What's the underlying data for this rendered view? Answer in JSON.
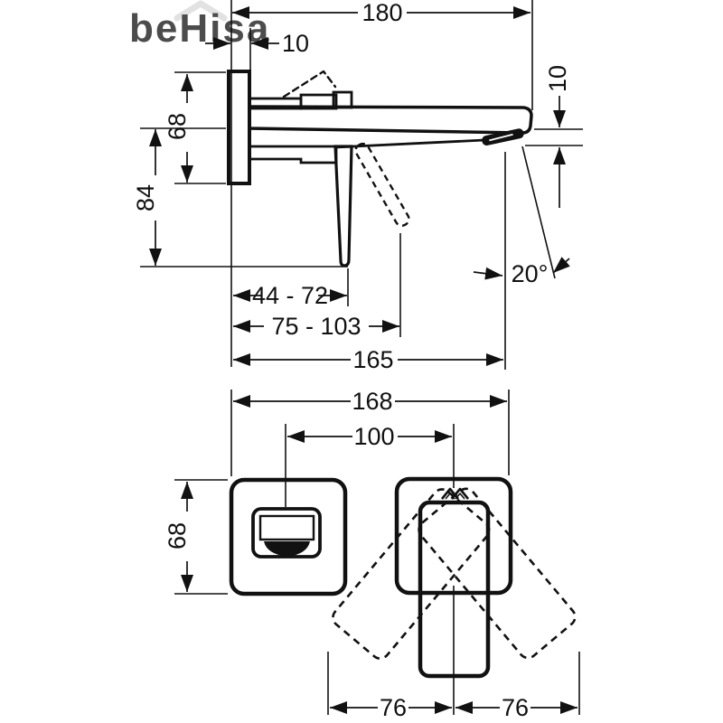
{
  "ink": "#111111",
  "watermark": {
    "text": "beHisa",
    "color": "#d9d9d9"
  },
  "side_view": {
    "dims": {
      "spout_length": "180",
      "plate_thickness": "10",
      "plate_height": "68",
      "reach_below": "84",
      "handle_closed_depth": "44 - 72",
      "handle_open_depth": "75 - 103",
      "outlet_distance": "165",
      "stream_angle": "20°",
      "outlet_height": "10"
    }
  },
  "front_view": {
    "dims": {
      "overall_width": "168",
      "centers_distance": "100",
      "escutcheon_height": "68",
      "swing_left": "76",
      "swing_right": "76"
    }
  }
}
